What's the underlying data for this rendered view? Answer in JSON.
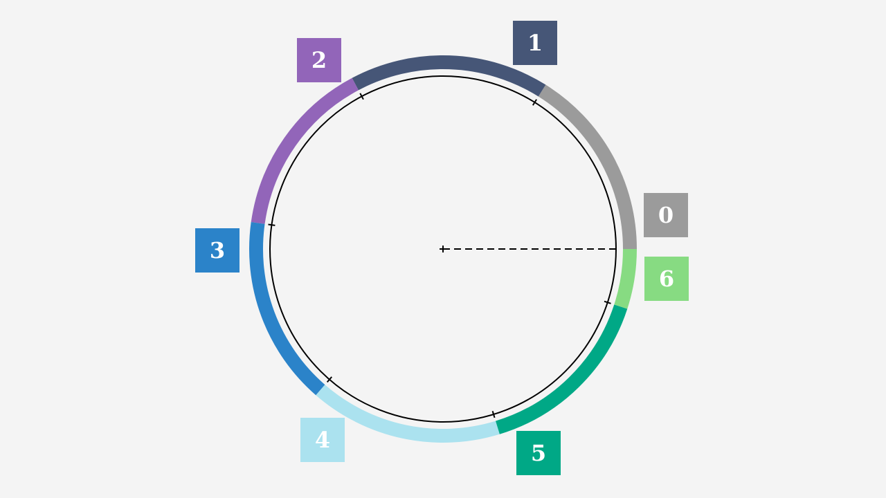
{
  "segments": [
    {
      "label": "0",
      "color": "#9b9b9b"
    },
    {
      "label": "1",
      "color": "#465677"
    },
    {
      "label": "2",
      "color": "#9265b9"
    },
    {
      "label": "3",
      "color": "#2b83c9"
    },
    {
      "label": "4",
      "color": "#abe2ef"
    },
    {
      "label": "5",
      "color": "#00a886"
    },
    {
      "label": "6",
      "color": "#87db82"
    }
  ]
}
